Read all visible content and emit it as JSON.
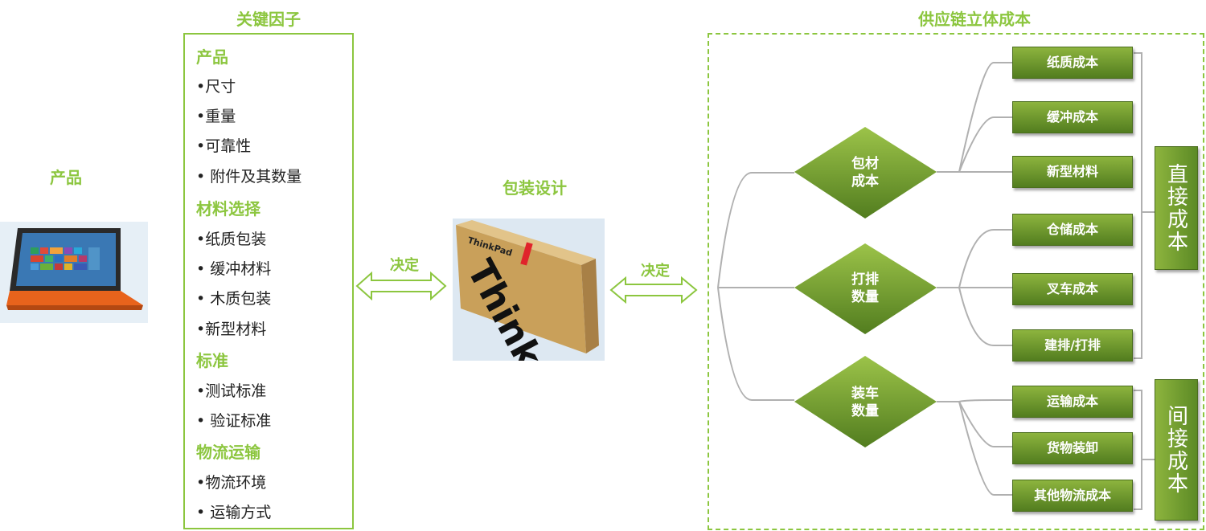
{
  "product": {
    "title": "产品"
  },
  "factors": {
    "title": "关键因子",
    "groups": [
      {
        "title": "产品",
        "items": [
          "•尺寸",
          "•重量",
          "•可靠性",
          "• 附件及其数量"
        ]
      },
      {
        "title": "材料选择",
        "items": [
          "•纸质包装",
          "• 缓冲材料",
          "• 木质包装",
          "•新型材料"
        ]
      },
      {
        "title": "标准",
        "items": [
          "•测试标准",
          "• 验证标准"
        ]
      },
      {
        "title": "物流运输",
        "items": [
          "•物流环境",
          "• 运输方式"
        ]
      }
    ]
  },
  "arrows": {
    "left_label": "决定",
    "right_label": "决定"
  },
  "package": {
    "title": "包装设计",
    "brand": "ThinkPad",
    "big_letters": "Think"
  },
  "supply": {
    "title": "供应链立体成本",
    "diamonds": [
      {
        "line1": "包材",
        "line2": "成本"
      },
      {
        "line1": "打排",
        "line2": "数量"
      },
      {
        "line1": "装车",
        "line2": "数量"
      }
    ],
    "costs": [
      "纸质成本",
      "缓冲成本",
      "新型材料",
      "仓储成本",
      "叉车成本",
      "建排/打排",
      "运输成本",
      "货物装卸",
      "其他物流成本"
    ],
    "categories": [
      "直接成本",
      "间接成本"
    ]
  },
  "colors": {
    "accent": "#8cc63f",
    "box_dark": "#527d1f",
    "box_light": "#8db43e",
    "laptop_orange": "#e8631c"
  }
}
